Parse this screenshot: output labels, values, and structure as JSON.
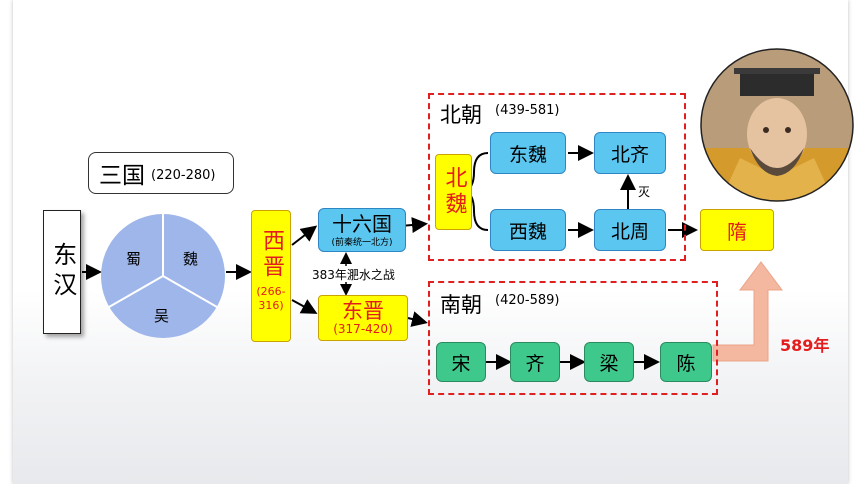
{
  "three_kingdoms": {
    "title": "三国",
    "years": "(220-280)",
    "shu": "蜀",
    "wei": "魏",
    "wu": "吴"
  },
  "donghan": "东汉",
  "xijin": {
    "name": "西晋",
    "years": "(266-316)"
  },
  "sixteen": {
    "name": "十六国",
    "note": "(前秦统一北方)"
  },
  "battle": "383年淝水之战",
  "dongjin": {
    "name": "东晋",
    "years": "(317-420)"
  },
  "north": {
    "title": "北朝",
    "years": "(439-581)",
    "beiwei": "北魏",
    "dongwei": "东魏",
    "beiqi": "北齐",
    "xiwei": "西魏",
    "beizhou": "北周",
    "mie": "灭"
  },
  "south": {
    "title": "南朝",
    "years": "(420-589)",
    "dynasties": [
      "宋",
      "齐",
      "梁",
      "陈"
    ]
  },
  "sui": "隋",
  "year589": "589年",
  "colors": {
    "blue": "#5bc6ef",
    "green": "#3fc88b",
    "yellow": "#ffff00",
    "red": "#e51c1c",
    "pie": "#9fb6ea"
  }
}
